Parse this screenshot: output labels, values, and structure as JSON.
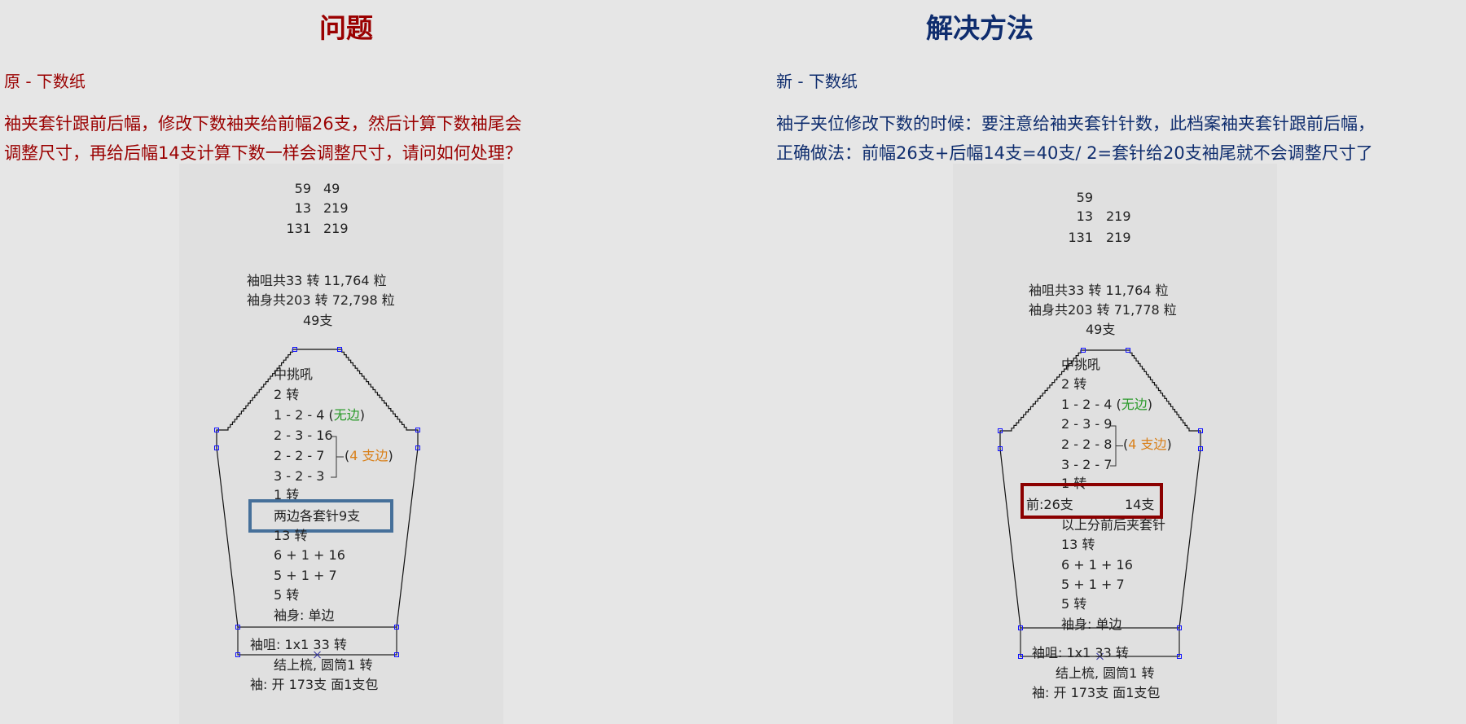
{
  "problem": {
    "title": "问题",
    "subtitle": "原 - 下数纸",
    "paragraph_lines": [
      "袖夹套针跟前后幅，修改下数袖夹给前幅26支，然后计算下数袖尾会",
      "调整尺寸，再给后幅14支计算下数一样会调整尺寸，请问如何处理？"
    ],
    "chart": {
      "header_rows": [
        [
          "59",
          "49"
        ],
        [
          "13",
          "219"
        ],
        [
          "131",
          "219"
        ]
      ],
      "totals": [
        "袖咀共33 转 11,764 粒",
        "袖身共203 转 72,798 粒",
        "49支"
      ],
      "steps_top": [
        "中挑吼",
        "2 转"
      ],
      "step_124": "1 - 2 - 4 (",
      "no_edge": "无边",
      "close_paren": ")",
      "bracket_steps": [
        "2 - 3 - 16",
        "2 - 2 - 7",
        "3 - 2 - 3"
      ],
      "edge_open": "(",
      "edge_label": "4 支边",
      "edge_close": ")",
      "turn_1": "1 转",
      "highlight": "两边各套针9支",
      "steps_bottom": [
        "13 转",
        "6 + 1 + 16",
        "5 + 1 + 7",
        "5 转",
        "袖身: 单边"
      ],
      "cuff": "袖咀: 1x1    33 转",
      "finish": "结上梳, 圆筒1 转",
      "cast_on": "袖: 开 173支 面1支包"
    }
  },
  "solution": {
    "title": "解决方法",
    "subtitle": "新 - 下数纸",
    "paragraph_lines": [
      "袖子夹位修改下数的时候：要注意给袖夹套针针数，此档案袖夹套针跟前后幅，",
      "正确做法：前幅26支+后幅14支=40支/ 2=套针给20支袖尾就不会调整尺寸了"
    ],
    "chart": {
      "header_rows": [
        [
          "59",
          ""
        ],
        [
          "13",
          "219"
        ],
        [
          "131",
          "219"
        ]
      ],
      "totals": [
        "袖咀共33 转 11,764 粒",
        "袖身共203 转 71,778 粒",
        "49支"
      ],
      "steps_top": [
        "中挑吼",
        "2 转"
      ],
      "step_124": "1 - 2 - 4 (",
      "no_edge": "无边",
      "close_paren": ")",
      "bracket_steps": [
        "2 - 3 - 9",
        "2 - 2 - 8",
        "3 - 2 - 7"
      ],
      "edge_open": "(",
      "edge_label": "4 支边",
      "edge_close": ")",
      "turn_1": "1 转",
      "highlight_front": "前:26支",
      "highlight_back": "14支",
      "split_note": "以上分前后夹套针",
      "steps_bottom": [
        "13 转",
        "6 + 1 + 16",
        "5 + 1 + 7",
        "5 转",
        "袖身: 单边"
      ],
      "cuff": "袖咀: 1x1    33 转",
      "finish": "结上梳, 圆筒1 转",
      "cast_on": "袖: 开 173支 面1支包"
    }
  },
  "colors": {
    "problem": "#9a0000",
    "solution": "#0f2d6e",
    "problem_box": "#46709a",
    "solution_box": "#8b0000",
    "no_edge": "#2a9a2a",
    "edge": "#d9801a"
  }
}
